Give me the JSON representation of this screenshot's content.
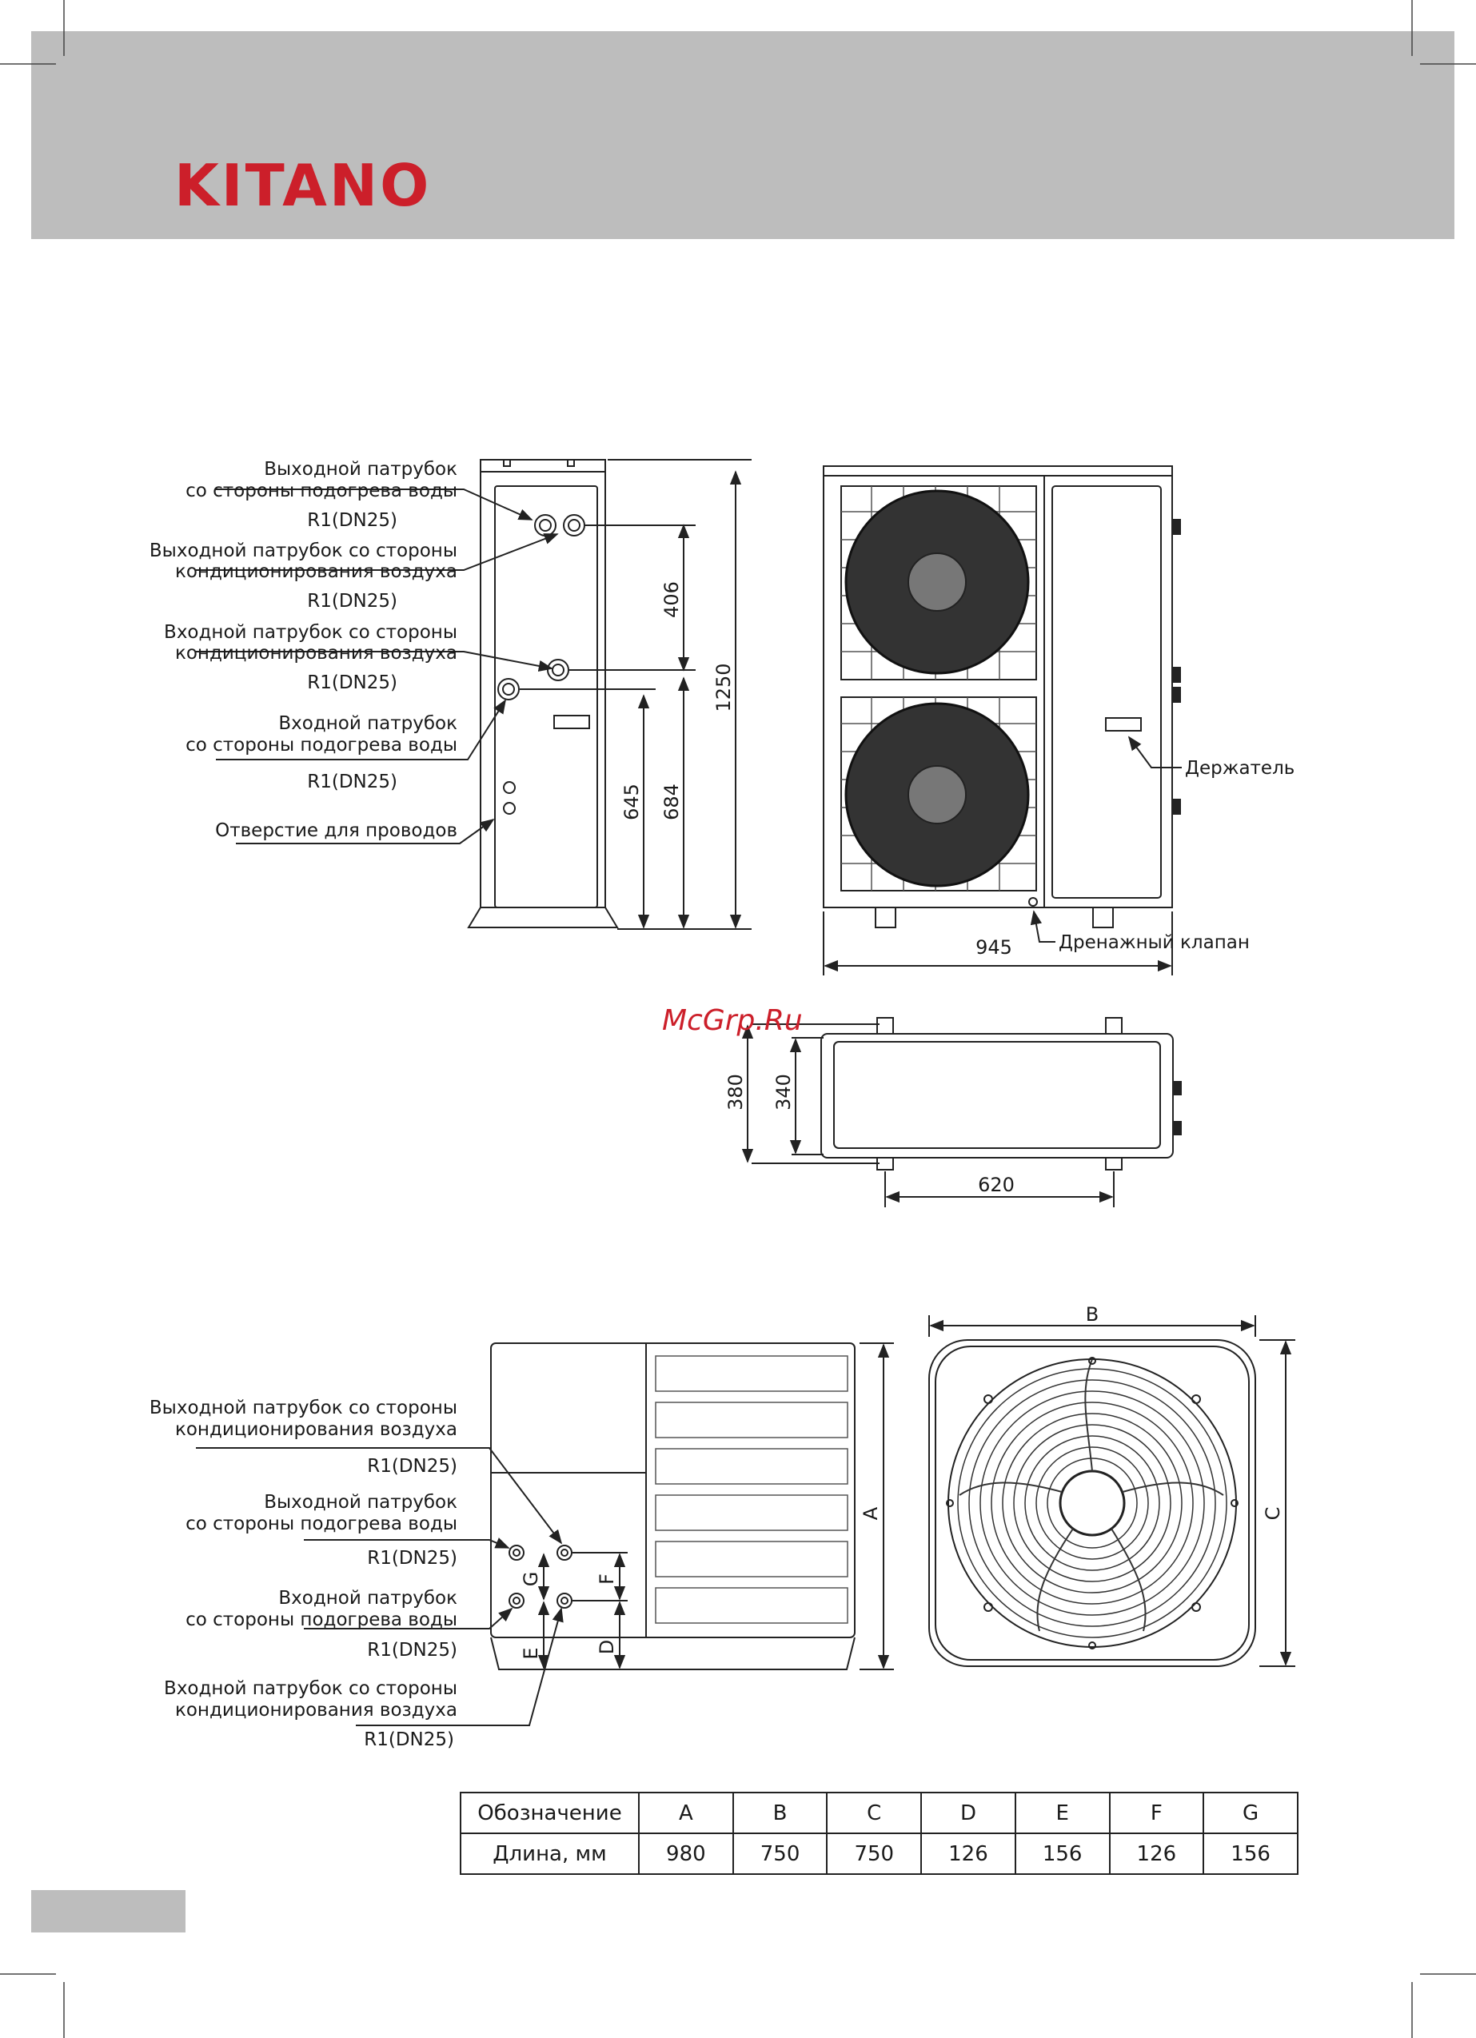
{
  "brand": {
    "logo": "KITANO"
  },
  "watermark": "McGrp.Ru",
  "front_view": {
    "labels": {
      "hot_out": [
        "Выходной патрубок",
        "со стороны подогрева воды"
      ],
      "hot_out_size": "R1(DN25)",
      "ac_out": [
        "Выходной патрубок со стороны",
        "кондиционирования воздуха"
      ],
      "ac_out_size": "R1(DN25)",
      "ac_in": [
        "Входной патрубок со стороны",
        "кондиционирования воздуха"
      ],
      "ac_in_size": "R1(DN25)",
      "hot_in": [
        "Входной патрубок",
        "со стороны подогрева воды"
      ],
      "hot_in_size": "R1(DN25)",
      "wire_hole": "Отверстие для проводов"
    },
    "dims": {
      "d406": "406",
      "d1250": "1250",
      "d645": "645",
      "d684": "684"
    }
  },
  "side_view": {
    "labels": {
      "holder": "Держатель",
      "drain": "Дренажный клапан"
    },
    "dims": {
      "d945": "945"
    }
  },
  "top_view": {
    "dims": {
      "d380": "380",
      "d340": "340",
      "d620": "620"
    }
  },
  "model2": {
    "labels": {
      "ac_out": [
        "Выходной патрубок со стороны",
        "кондиционирования воздуха"
      ],
      "ac_out_size": "R1(DN25)",
      "hot_out": [
        "Выходной патрубок",
        "со стороны подогрева воды"
      ],
      "hot_out_size": "R1(DN25)",
      "hot_in": [
        "Входной патрубок",
        "со стороны подогрева воды"
      ],
      "hot_in_size": "R1(DN25)",
      "ac_in": [
        "Входной патрубок со стороны",
        "кондиционирования воздуха"
      ],
      "ac_in_size": "R1(DN25)"
    },
    "dims": {
      "A": "A",
      "B": "B",
      "C": "C",
      "D": "D",
      "E": "E",
      "F": "F",
      "G": "G"
    }
  },
  "table": {
    "header": [
      "Обозначение",
      "A",
      "B",
      "C",
      "D",
      "E",
      "F",
      "G"
    ],
    "row": [
      "Длина, мм",
      "980",
      "750",
      "750",
      "126",
      "156",
      "126",
      "156"
    ]
  }
}
